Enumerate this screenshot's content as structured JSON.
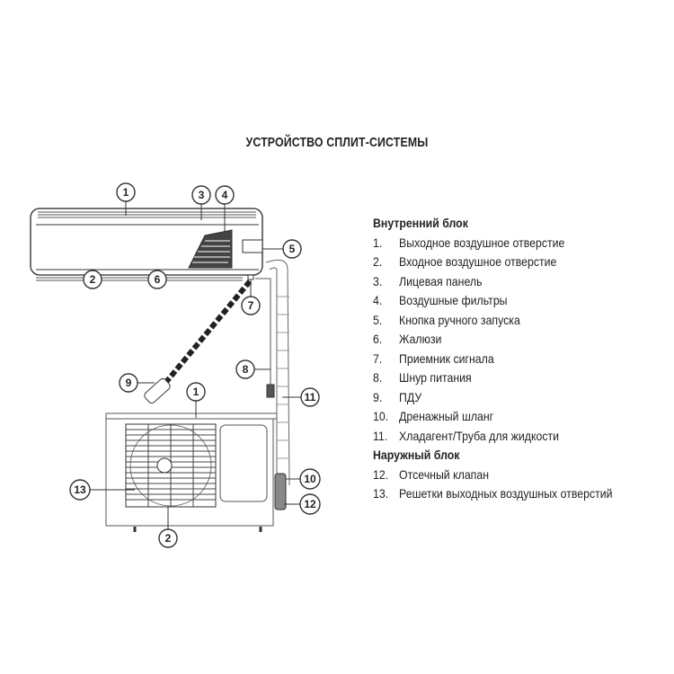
{
  "title": "УСТРОЙСТВО СПЛИТ-СИСТЕМЫ",
  "callouts": {
    "indoor_1": "1",
    "indoor_2": "2",
    "indoor_3": "3",
    "indoor_4": "4",
    "indoor_5": "5",
    "indoor_6": "6",
    "indoor_7": "7",
    "cord_8": "8",
    "remote_9": "9",
    "hose_10": "10",
    "pipe_11": "11",
    "valve_12": "12",
    "grille_13": "13",
    "outdoor_1": "1",
    "outdoor_2": "2"
  },
  "legend": {
    "indoor_heading": "Внутренний блок",
    "indoor_items": [
      {
        "num": "1.",
        "label": "Выходное воздушное отверстие"
      },
      {
        "num": "2.",
        "label": "Входное воздушное отверстие"
      },
      {
        "num": "3.",
        "label": "Лицевая панель"
      },
      {
        "num": "4.",
        "label": "Воздушные фильтры"
      },
      {
        "num": "5.",
        "label": "Кнопка ручного запуска"
      },
      {
        "num": "6.",
        "label": "Жалюзи"
      },
      {
        "num": "7.",
        "label": "Приемник сигнала"
      },
      {
        "num": "8.",
        "label": "Шнур питания"
      },
      {
        "num": "9.",
        "label": "ПДУ"
      },
      {
        "num": "10.",
        "label": "Дренажный шланг"
      },
      {
        "num": "11.",
        "label": "Хладагент/Труба для жидкости"
      }
    ],
    "outdoor_heading": "Наружный блок",
    "outdoor_items": [
      {
        "num": "12.",
        "label": "Отсечный клапан"
      },
      {
        "num": "13.",
        "label": "Решетки выходных воздушных отверстий"
      }
    ]
  }
}
